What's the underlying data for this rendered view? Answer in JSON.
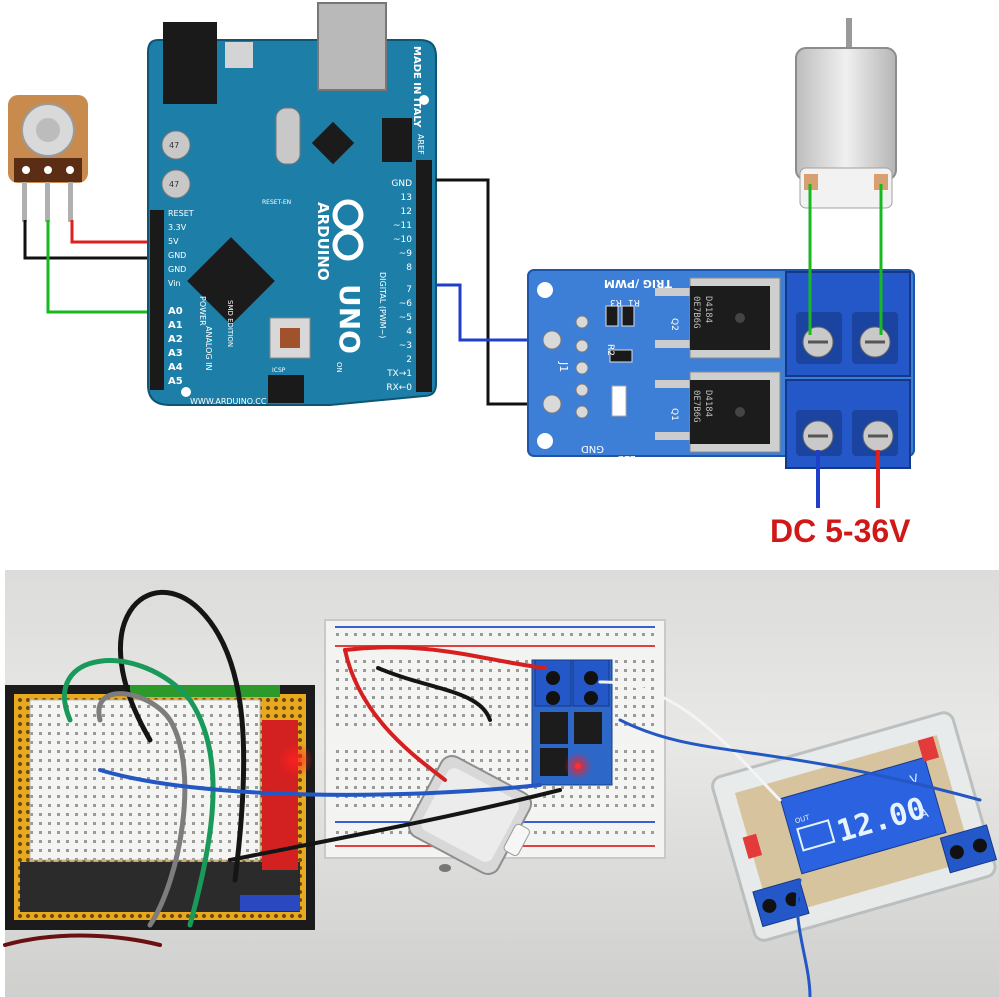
{
  "diagram": {
    "supply_label": "DC 5-36V",
    "colors": {
      "wire_red": "#e0201c",
      "wire_black": "#111111",
      "wire_green": "#18b81f",
      "wire_blue": "#1f3fc9",
      "supply_text": "#d01818",
      "arduino_board": "#1d7fa8",
      "mosfet_board": "#3d7fd6",
      "terminal": "#2458c8"
    },
    "arduino": {
      "brand": "ARDUINO",
      "model": "UNO",
      "made_in": "MADE IN ITALY",
      "url": "WWW.ARDUINO.CC",
      "section_digital": "DIGITAL (PWM~)",
      "section_power": "POWER",
      "section_analog": "ANALOG IN",
      "edition": "SMD EDITION",
      "reset_en": "RESET-EN",
      "icsp": "ICSP",
      "on": "ON",
      "aref": "AREF",
      "gnd_label": "GND",
      "power_pins": [
        "RESET",
        "3.3V",
        "5V",
        "GND",
        "GND",
        "Vin"
      ],
      "analog_pins": [
        "A0",
        "A1",
        "A2",
        "A3",
        "A4",
        "A5"
      ],
      "digital_pins": [
        "13",
        "12",
        "~11",
        "~10",
        "~9",
        "8",
        "7",
        "~6",
        "~5",
        "4",
        "~3",
        "2",
        "TX→1",
        "RX←0"
      ],
      "cap_labels": [
        "47",
        "47"
      ]
    },
    "mosfet_module": {
      "header_label": "TRIG /PWM",
      "resistors": [
        "R1",
        "R3",
        "R2"
      ],
      "connector": "J1",
      "gnd": "GND",
      "led": "LED",
      "q_labels": [
        "Q2",
        "Q1"
      ],
      "chip_code": "D4184",
      "chip_batch": "0E7B6G"
    },
    "photo": {
      "lcd_v": "V",
      "lcd_a": "A",
      "lcd_digits": "12.00",
      "lcd_out": "OUT"
    }
  }
}
